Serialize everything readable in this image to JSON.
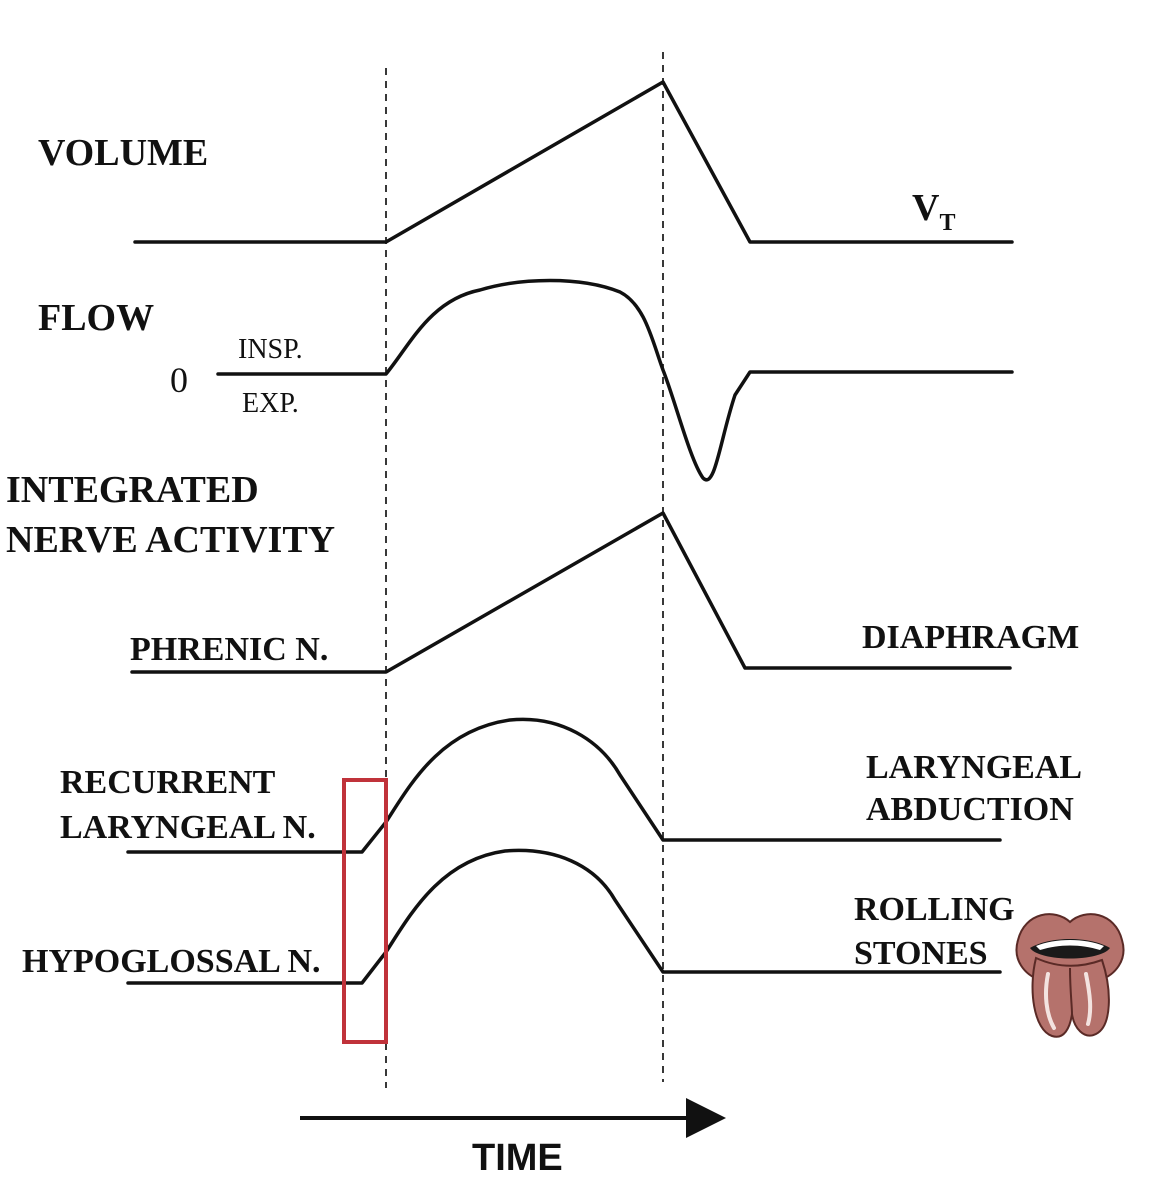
{
  "labels": {
    "volume": "VOLUME",
    "vt_main": "V",
    "vt_sub": "T",
    "flow": "FLOW",
    "zero": "0",
    "insp": "INSP.",
    "exp": "EXP.",
    "integrated_line1": "INTEGRATED",
    "integrated_line2": "NERVE ACTIVITY",
    "phrenic": "PHRENIC N.",
    "diaphragm": "DIAPHRAGM",
    "recurrent_line1": "RECURRENT",
    "recurrent_line2": "LARYNGEAL N.",
    "laryngeal_line1": "LARYNGEAL",
    "laryngeal_line2": "ABDUCTION",
    "hypoglossal": "HYPOGLOSSAL N.",
    "rolling_line1": "ROLLING",
    "rolling_line2": "STONES",
    "time": "TIME"
  },
  "colors": {
    "trace": "#111111",
    "highlight_box": "#c0323a",
    "logo_lips": "#b5726c",
    "logo_mouth": "#1a1a1a"
  },
  "icons": {
    "logo": "rolling-stones-tongue-icon",
    "time_arrow": "arrow-right-icon"
  }
}
